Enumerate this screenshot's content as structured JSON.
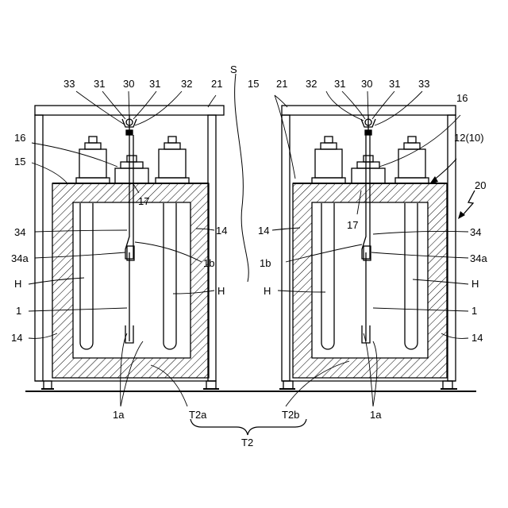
{
  "labels": {
    "ref_33": "33",
    "ref_31": "31",
    "ref_30": "30",
    "ref_32": "32",
    "ref_21": "21",
    "ref_15": "15",
    "ref_16": "16",
    "ref_17": "17",
    "ref_34": "34",
    "ref_34a": "34a",
    "ref_1b": "1b",
    "ref_H": "H",
    "ref_1": "1",
    "ref_14": "14",
    "ref_1a": "1a",
    "ref_S": "S",
    "ref_T2a": "T2a",
    "ref_T2b": "T2b",
    "ref_T2": "T2",
    "ref_12": "12(10)",
    "ref_20": "20"
  }
}
